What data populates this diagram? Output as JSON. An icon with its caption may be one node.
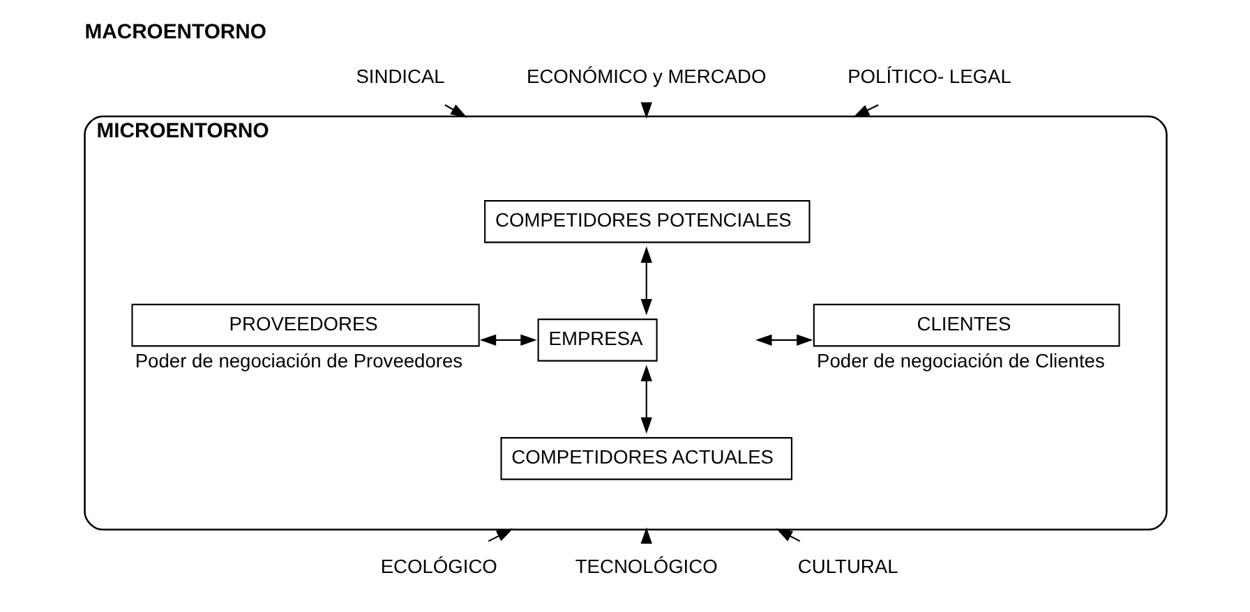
{
  "diagram": {
    "title": "MACROENTORNO",
    "nodes": [
      {
        "text": [
          "MICROENTORNO"
        ]
      },
      {
        "text": [
          "SINDICAL"
        ]
      },
      {
        "text": [
          "ECONÓMICO y MERCADO"
        ]
      },
      {
        "text": [
          "POLÍTICO- LEGAL"
        ]
      },
      {
        "text": [
          "COMPETIDORES POTENCIALES"
        ],
        "in": 0
      },
      {
        "text": [
          "PROVEEDORES"
        ],
        "in": 0,
        "beside": [
          "Poder de negociación de Proveedores"
        ]
      },
      {
        "text": [
          "EMPRESA"
        ],
        "in": 0
      },
      {
        "text": [
          "CLIENTES"
        ],
        "in": 0,
        "beside": [
          "Poder de negociación de Clientes"
        ]
      },
      {
        "text": [
          "COMPETIDORES ACTUALES"
        ],
        "in": 0
      },
      {
        "text": [
          "ECOLÓGICO"
        ]
      },
      {
        "text": [
          "TECNOLÓGICO"
        ]
      },
      {
        "text": [
          "CULTURAL"
        ]
      }
    ],
    "edges": [
      {
        "from": 1,
        "to": 0,
        "arrow": "to"
      },
      {
        "from": 2,
        "to": 0,
        "arrow": "to"
      },
      {
        "from": 3,
        "to": 0,
        "arrow": "to"
      },
      {
        "from": 4,
        "to": 6,
        "arrow": "both"
      },
      {
        "from": 5,
        "to": 6,
        "arrow": "both"
      },
      {
        "from": 6,
        "to": 7,
        "arrow": "both"
      },
      {
        "from": 6,
        "to": 8,
        "arrow": "both"
      },
      {
        "from": 9,
        "to": 0,
        "arrow": "to"
      },
      {
        "from": 10,
        "to": 0,
        "arrow": "to"
      },
      {
        "from": 11,
        "to": 0,
        "arrow": "to"
      }
    ]
  }
}
